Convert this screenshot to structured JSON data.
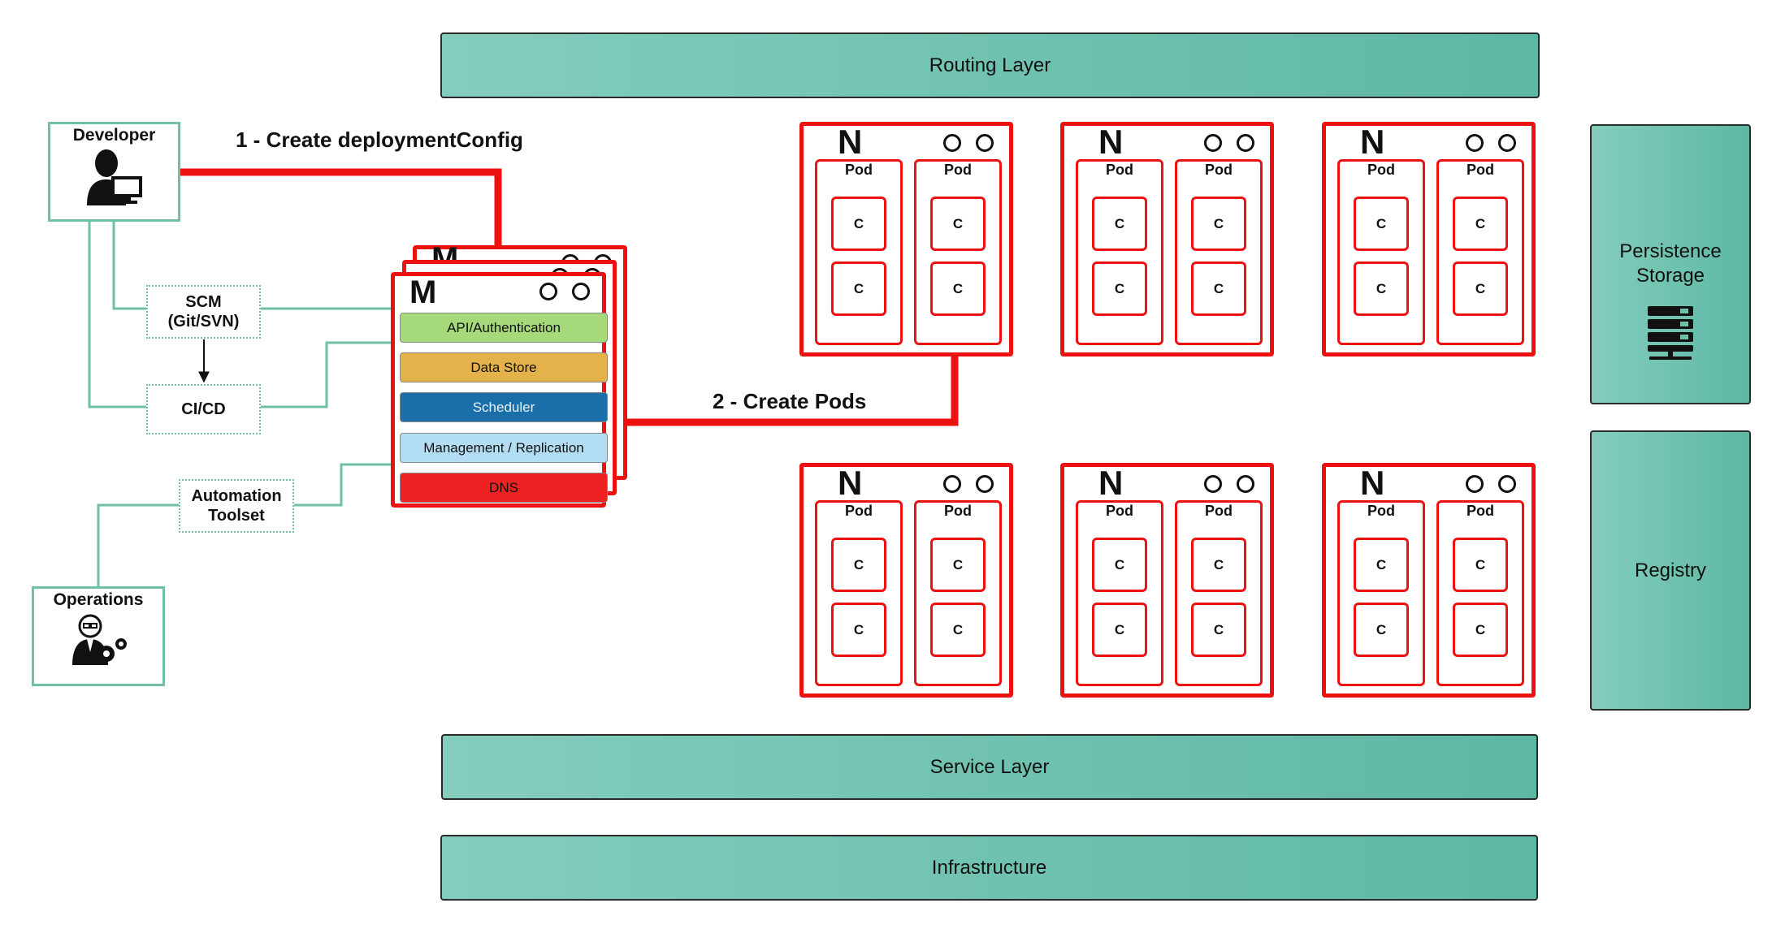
{
  "layers": {
    "routing": "Routing Layer",
    "service": "Service Layer",
    "infrastructure": "Infrastructure"
  },
  "side": {
    "persistence": "Persistence\nStorage",
    "registry": "Registry"
  },
  "actors": {
    "developer": "Developer",
    "operations": "Operations"
  },
  "tools": {
    "scm": "SCM\n(Git/SVN)",
    "cicd": "CI/CD",
    "automation": "Automation\nToolset"
  },
  "master": {
    "letter": "M",
    "services": [
      {
        "label": "API/Authentication",
        "color": "#a6d97a"
      },
      {
        "label": "Data Store",
        "color": "#e3b24a"
      },
      {
        "label": "Scheduler",
        "color": "#1a6fa8"
      },
      {
        "label": "Management / Replication",
        "color": "#b3ddf3"
      },
      {
        "label": "DNS",
        "color": "#ee2222"
      }
    ]
  },
  "steps": {
    "step1": "1 - Create deploymentConfig",
    "step2": "2 - Create Pods"
  },
  "node": {
    "letter": "N",
    "pod_label": "Pod",
    "container_label": "C"
  },
  "colors": {
    "accent_red": "#ee1111",
    "teal": "#6fbfa9"
  }
}
